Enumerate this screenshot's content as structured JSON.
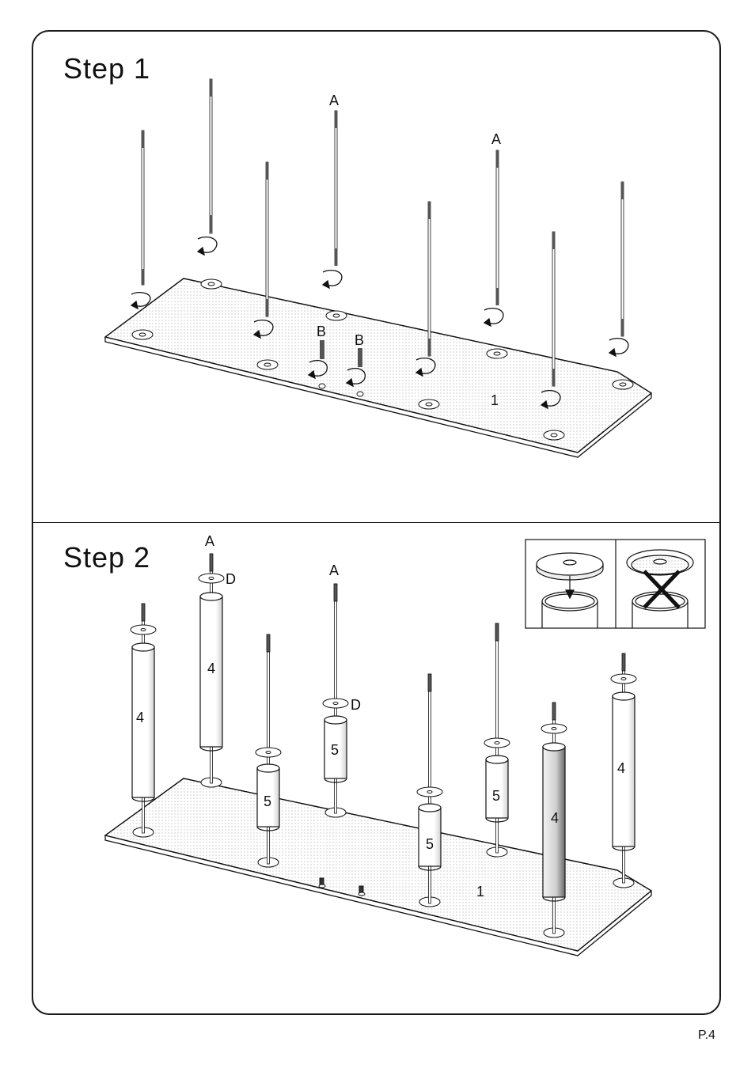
{
  "page": {
    "number": "P.4"
  },
  "step1": {
    "title": "Step  1",
    "labels": {
      "rod_a_left": "A",
      "rod_a_right": "A",
      "bolt_b_left": "B",
      "bolt_b_right": "B",
      "panel": "1"
    }
  },
  "step2": {
    "title": "Step  2",
    "labels": {
      "rod_a_top": "A",
      "rod_a_center": "A",
      "washer_d_top": "D",
      "washer_d_center": "D",
      "panel": "1",
      "tube_4_a": "4",
      "tube_4_b": "4",
      "tube_4_c": "4",
      "tube_4_d": "4",
      "tube_5_a": "5",
      "tube_5_b": "5",
      "tube_5_c": "5",
      "tube_5_d": "5"
    }
  }
}
